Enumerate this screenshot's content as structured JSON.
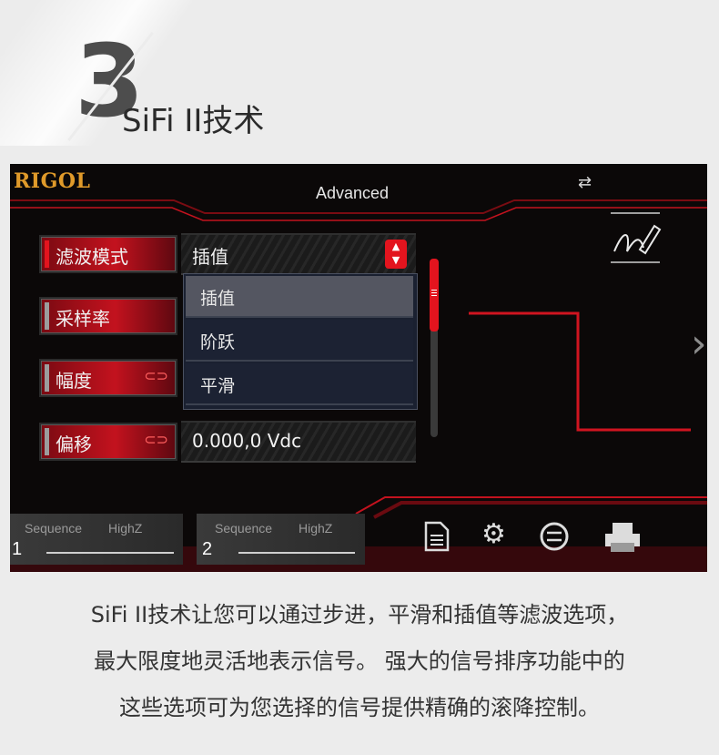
{
  "section": {
    "number": "3",
    "title": "SiFi II技术"
  },
  "screen": {
    "brand": "RIGOL",
    "title": "Advanced",
    "params": [
      {
        "label": "滤波模式",
        "value": "插值",
        "linked": false
      },
      {
        "label": "采样率",
        "linked": false
      },
      {
        "label": "幅度",
        "linked": true,
        "link_icon": "⊂⊃"
      },
      {
        "label": "偏移",
        "value": "0.000,0 Vdc",
        "linked": true,
        "link_icon": "⊂⊃"
      }
    ],
    "dropdown_options": [
      "插值",
      "阶跃",
      "平滑"
    ],
    "dropdown_selected": "插值",
    "channels": [
      {
        "number": "1",
        "sequence": "Sequence",
        "impedance": "HighZ"
      },
      {
        "number": "2",
        "sequence": "Sequence",
        "impedance": "HighZ"
      }
    ],
    "icons": {
      "top": "arrows-exchange-icon",
      "edit": "pencil-edit-icon",
      "right": "chevron-right-icon",
      "bottom": [
        "document-icon",
        "gear-icon",
        "sync-icon",
        "printer-icon"
      ]
    },
    "accent_color": "#e3141e",
    "brand_color": "#e09a2a"
  },
  "caption": {
    "lines": [
      "SiFi II技术让您可以通过步进，平滑和插值等滤波选项，",
      "最大限度地灵活地表示信号。 强大的信号排序功能中的",
      "这些选项可为您选择的信号提供精确的滚降控制。"
    ]
  }
}
